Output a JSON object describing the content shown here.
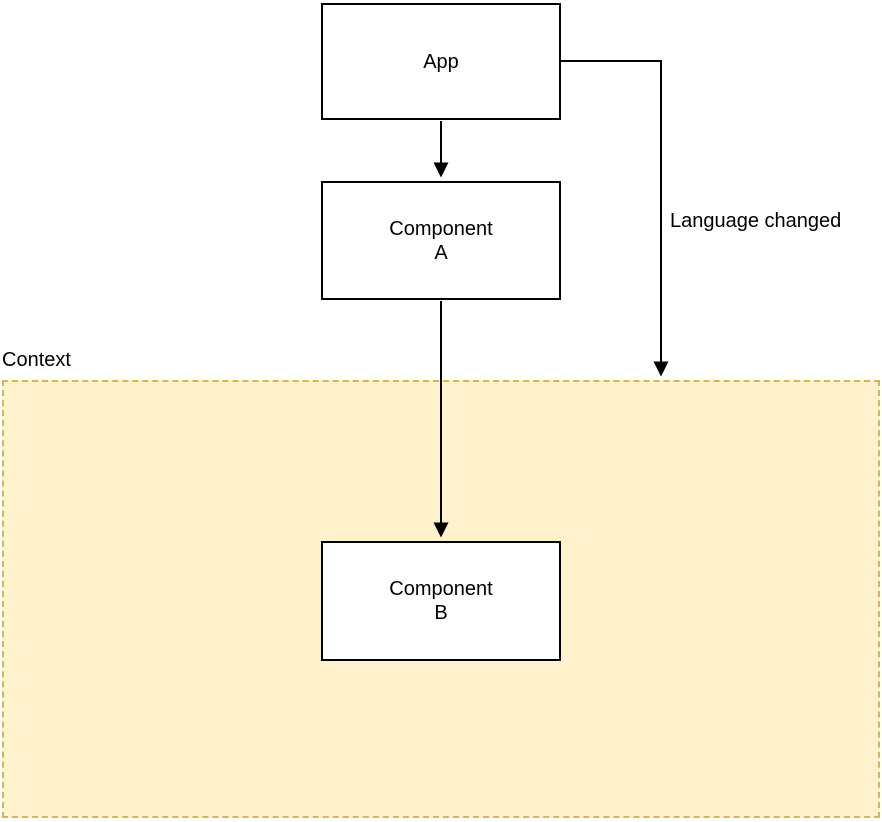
{
  "diagram": {
    "nodes": {
      "app": {
        "label": "App"
      },
      "component_a": {
        "label": "Component\nA"
      },
      "component_b": {
        "label": "Component\nB"
      },
      "context": {
        "label": "Context"
      }
    },
    "edges": {
      "app_to_component_a": {
        "from": "App",
        "to": "Component A",
        "label": ""
      },
      "component_a_to_component_b": {
        "from": "Component A",
        "to": "Component B",
        "label": ""
      },
      "app_to_context": {
        "from": "App",
        "to": "Context",
        "label": "Language changed"
      }
    },
    "colors": {
      "context_fill": "#fff2cc",
      "context_border": "#d6b656",
      "node_fill": "#ffffff",
      "node_border": "#000000",
      "edge_stroke": "#000000",
      "text": "#000000"
    }
  }
}
